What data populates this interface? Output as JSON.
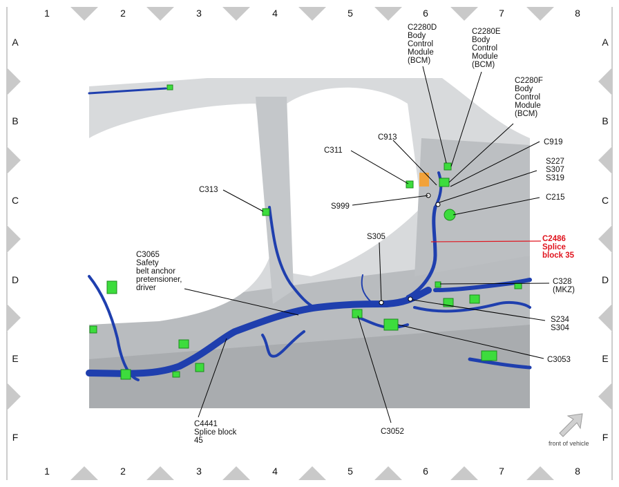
{
  "grid": {
    "columns": [
      "1",
      "2",
      "3",
      "4",
      "5",
      "6",
      "7",
      "8"
    ],
    "rows": [
      "A",
      "B",
      "C",
      "D",
      "E",
      "F"
    ]
  },
  "callouts": {
    "c2280d": "C2280D\nBody\nControl\nModule\n(BCM)",
    "c2280e": "C2280E\nBody\nControl\nModule\n(BCM)",
    "c2280f": "C2280F\nBody\nControl\nModule\n(BCM)",
    "c913": "C913",
    "c311": "C311",
    "c919": "C919",
    "s227": "S227\nS307\nS319",
    "c313": "C313",
    "s999": "S999",
    "c215": "C215",
    "c2486": "C2486\nSplice\nblock 35",
    "s305": "S305",
    "c3065": "C3065\nSafety\nbelt anchor\npretensioner,\ndriver",
    "c328": "C328\n(MKZ)",
    "s234": "S234\nS304",
    "c3053": "C3053",
    "c4441": "C4441\nSplice block\n45",
    "c3052": "C3052"
  },
  "orientation": {
    "label": "front of vehicle",
    "icon": "arrow-icon"
  },
  "colors": {
    "harness": "#1f3fae",
    "connector": "#3ddc3d",
    "highlight": "#e0141e",
    "body": "#d4d6d8"
  }
}
